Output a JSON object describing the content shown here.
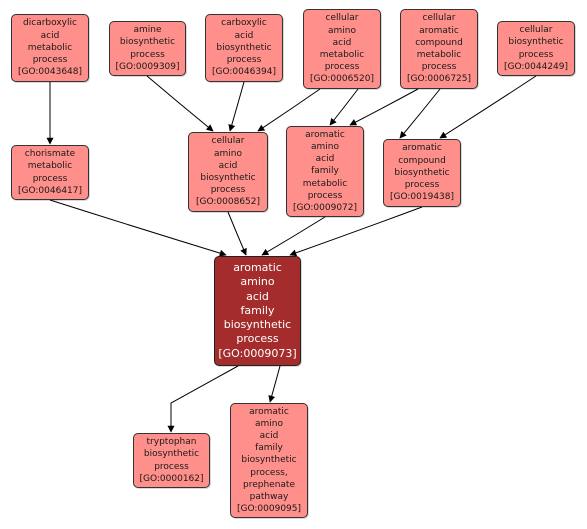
{
  "colors": {
    "node_fill": "#ff8f8a",
    "focus_fill": "#a52c2c",
    "edge": "#000000"
  },
  "nodes": [
    {
      "id": "GO:0043648",
      "lines": [
        "dicarboxylic",
        "acid",
        "metabolic",
        "process",
        "[GO:0043648]"
      ]
    },
    {
      "id": "GO:0009309",
      "lines": [
        "amine",
        "biosynthetic",
        "process",
        "[GO:0009309]"
      ]
    },
    {
      "id": "GO:0046394",
      "lines": [
        "carboxylic",
        "acid",
        "biosynthetic",
        "process",
        "[GO:0046394]"
      ]
    },
    {
      "id": "GO:0006520",
      "lines": [
        "cellular",
        "amino",
        "acid",
        "metabolic",
        "process",
        "[GO:0006520]"
      ]
    },
    {
      "id": "GO:0006725",
      "lines": [
        "cellular",
        "aromatic",
        "compound",
        "metabolic",
        "process",
        "[GO:0006725]"
      ]
    },
    {
      "id": "GO:0044249",
      "lines": [
        "cellular",
        "biosynthetic",
        "process",
        "[GO:0044249]"
      ]
    },
    {
      "id": "GO:0046417",
      "lines": [
        "chorismate",
        "metabolic",
        "process",
        "[GO:0046417]"
      ]
    },
    {
      "id": "GO:0008652",
      "lines": [
        "cellular",
        "amino",
        "acid",
        "biosynthetic",
        "process",
        "[GO:0008652]"
      ]
    },
    {
      "id": "GO:0009072",
      "lines": [
        "aromatic",
        "amino",
        "acid",
        "family",
        "metabolic",
        "process",
        "[GO:0009072]"
      ]
    },
    {
      "id": "GO:0019438",
      "lines": [
        "aromatic",
        "compound",
        "biosynthetic",
        "process",
        "[GO:0019438]"
      ]
    },
    {
      "id": "GO:0009073",
      "lines": [
        "aromatic",
        "amino",
        "acid",
        "family",
        "biosynthetic",
        "process",
        "[GO:0009073]"
      ],
      "focus": true
    },
    {
      "id": "GO:0000162",
      "lines": [
        "tryptophan",
        "biosynthetic",
        "process",
        "[GO:0000162]"
      ]
    },
    {
      "id": "GO:0009095",
      "lines": [
        "aromatic",
        "amino",
        "acid",
        "family",
        "biosynthetic",
        "process,",
        "prephenate",
        "pathway",
        "[GO:0009095]"
      ]
    }
  ],
  "edges": [
    {
      "from": "GO:0043648",
      "to": "GO:0046417"
    },
    {
      "from": "GO:0009309",
      "to": "GO:0008652"
    },
    {
      "from": "GO:0046394",
      "to": "GO:0008652"
    },
    {
      "from": "GO:0006520",
      "to": "GO:0008652"
    },
    {
      "from": "GO:0006520",
      "to": "GO:0009072"
    },
    {
      "from": "GO:0006725",
      "to": "GO:0009072"
    },
    {
      "from": "GO:0006725",
      "to": "GO:0019438"
    },
    {
      "from": "GO:0044249",
      "to": "GO:0019438"
    },
    {
      "from": "GO:0046417",
      "to": "GO:0009073"
    },
    {
      "from": "GO:0008652",
      "to": "GO:0009073"
    },
    {
      "from": "GO:0009072",
      "to": "GO:0009073"
    },
    {
      "from": "GO:0019438",
      "to": "GO:0009073"
    },
    {
      "from": "GO:0009073",
      "to": "GO:0000162"
    },
    {
      "from": "GO:0009073",
      "to": "GO:0009095"
    }
  ]
}
